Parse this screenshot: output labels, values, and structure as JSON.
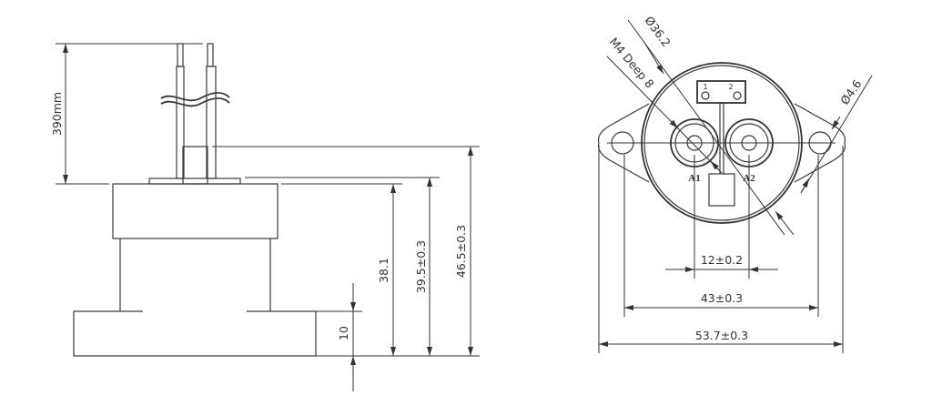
{
  "side_view": {
    "lead_length": "390mm",
    "base_height": "10",
    "body_height": "38.1",
    "flange_height": "39.5±0.3",
    "total_height": "46.5±0.3"
  },
  "top_view": {
    "body_diameter": "Ø36.2",
    "thread": "M4 Deep 8",
    "mount_hole_diameter": "Ø4.6",
    "terminal_1_label": "A1",
    "terminal_2_label": "A2",
    "connector_pin_1": "1",
    "connector_pin_2": "2",
    "terminal_spacing": "12±0.2",
    "hole_spacing": "43±0.3",
    "flange_width": "53.7±0.3"
  }
}
